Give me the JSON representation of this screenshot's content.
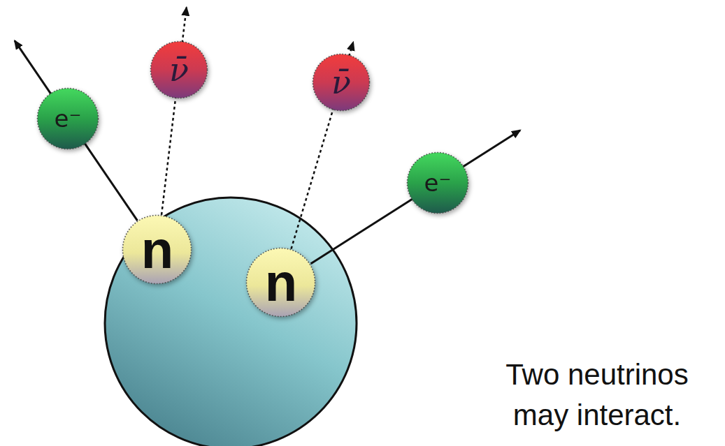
{
  "diagram": {
    "nodes": [
      {
        "text": [
          "ν̄"
        ]
      },
      {
        "text": [
          "ν̄"
        ]
      },
      {
        "text": [
          "e⁻"
        ]
      },
      {
        "text": [
          "e⁻"
        ]
      },
      {
        "text": [
          "n"
        ]
      },
      {
        "text": [
          "n"
        ]
      }
    ],
    "edges": [
      {
        "from": 4,
        "to": 2,
        "arrow": "to"
      },
      {
        "from": 4,
        "to": 0,
        "arrow": "to"
      },
      {
        "from": 5,
        "to": 1,
        "arrow": "to"
      },
      {
        "from": 5,
        "to": 3,
        "arrow": "to"
      }
    ],
    "labels": [
      "Two neutrinos may interact."
    ]
  }
}
